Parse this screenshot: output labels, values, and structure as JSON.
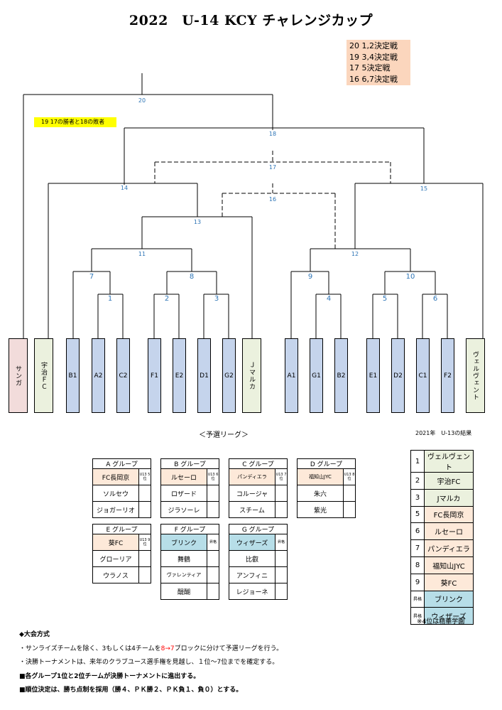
{
  "title": "2022　U-14 KCY チャレンジカップ",
  "legend": [
    "20  1,2決定戦",
    "19  3,4決定戦",
    "17  5決定戦",
    "16  6,7決定戦"
  ],
  "note19": "19  17の勝者と18の敗者",
  "match_labels": {
    "m1": "1",
    "m2": "2",
    "m3": "3",
    "m4": "4",
    "m5": "5",
    "m6": "6",
    "m7": "7",
    "m8": "8",
    "m9": "9",
    "m10": "10",
    "m11": "11",
    "m12": "12",
    "m13": "13",
    "m14": "14",
    "m15": "15",
    "m16": "16",
    "m17": "17",
    "m18": "18",
    "m20": "20"
  },
  "teams": {
    "sanga": "サンガ",
    "uji": "宇治ＦＣ",
    "b1": "B1",
    "a2": "A2",
    "c2": "C2",
    "f1": "F1",
    "e2": "E2",
    "d1": "D1",
    "g2": "G2",
    "jmaruka": "Ｊマルカ",
    "a1": "A1",
    "g1": "G1",
    "b2": "B2",
    "e1": "E1",
    "d2": "D2",
    "c1": "C1",
    "f2": "F2",
    "verdy": "ヴェルヴェント"
  },
  "prelim_label": "＜予選リーグ＞",
  "results_label": "2021年　U-13の結果",
  "groups": {
    "a": {
      "title": "A グループ",
      "rows": [
        "FC長岡京",
        "ソルセウ",
        "ジョガーリオ"
      ],
      "tag": "U13 5位"
    },
    "b": {
      "title": "B グループ",
      "rows": [
        "ルセーロ",
        "ロザード",
        "ジラソーレ"
      ],
      "tag": "U13 6位"
    },
    "c": {
      "title": "C グループ",
      "rows": [
        "パンディエラ",
        "コルージャ",
        "スチーム"
      ],
      "tag": "U13 7位"
    },
    "d": {
      "title": "D グループ",
      "rows": [
        "福知山JYC",
        "朱六",
        "紫光"
      ],
      "tag": "U13 8位"
    },
    "e": {
      "title": "E グループ",
      "rows": [
        "葵FC",
        "グローリア",
        "ウラノス"
      ],
      "tag": "U13 9位"
    },
    "f": {
      "title": "F グループ",
      "rows": [
        "ブリンク",
        "舞鶴",
        "ヴァレンティア",
        "醍醐"
      ],
      "tag": "昇格"
    },
    "g": {
      "title": "G グループ",
      "rows": [
        "ウィザーズ",
        "比叡",
        "アンフィニ",
        "レジョーネ"
      ],
      "tag": "昇格"
    }
  },
  "results": [
    {
      "rank": "1",
      "team": "ヴェルヴェント"
    },
    {
      "rank": "2",
      "team": "宇治FC"
    },
    {
      "rank": "3",
      "team": "Jマルカ"
    },
    {
      "rank": "5",
      "team": "FC長岡京"
    },
    {
      "rank": "6",
      "team": "ルセーロ"
    },
    {
      "rank": "7",
      "team": "パンディエラ"
    },
    {
      "rank": "8",
      "team": "福知山JYC"
    },
    {
      "rank": "9",
      "team": "葵FC"
    },
    {
      "rank": "昇格",
      "team": "ブリンク"
    },
    {
      "rank": "昇格",
      "team": "ウィザーズ"
    }
  ],
  "results_note": "※4位は精華学園",
  "rules": {
    "heading": "◆大会方式",
    "line1_pre": "・サンライズチームを除く、3もしくは4チームを",
    "line1_red": "8→7",
    "line1_post": "ブロックに分けて予選リーグを行う。",
    "line2": "・決勝トーナメントは、来年のクラブユース選手権を見越し、１位～7位までを確定する。",
    "line3": "■各グループ1位と2位チームが決勝トーナメントに進出する。",
    "line4": "■順位決定は、勝ち点制を採用（勝４、ＰＫ勝２、ＰＫ負１、負０）とする。"
  },
  "colors": {
    "team_blue": "#c5d4ec",
    "team_pink": "#f2dcdb",
    "team_green": "#ebf1de",
    "label_blue": "#2e75b6",
    "legend_bg": "#fbd6bd",
    "note_bg": "#ffff00"
  }
}
